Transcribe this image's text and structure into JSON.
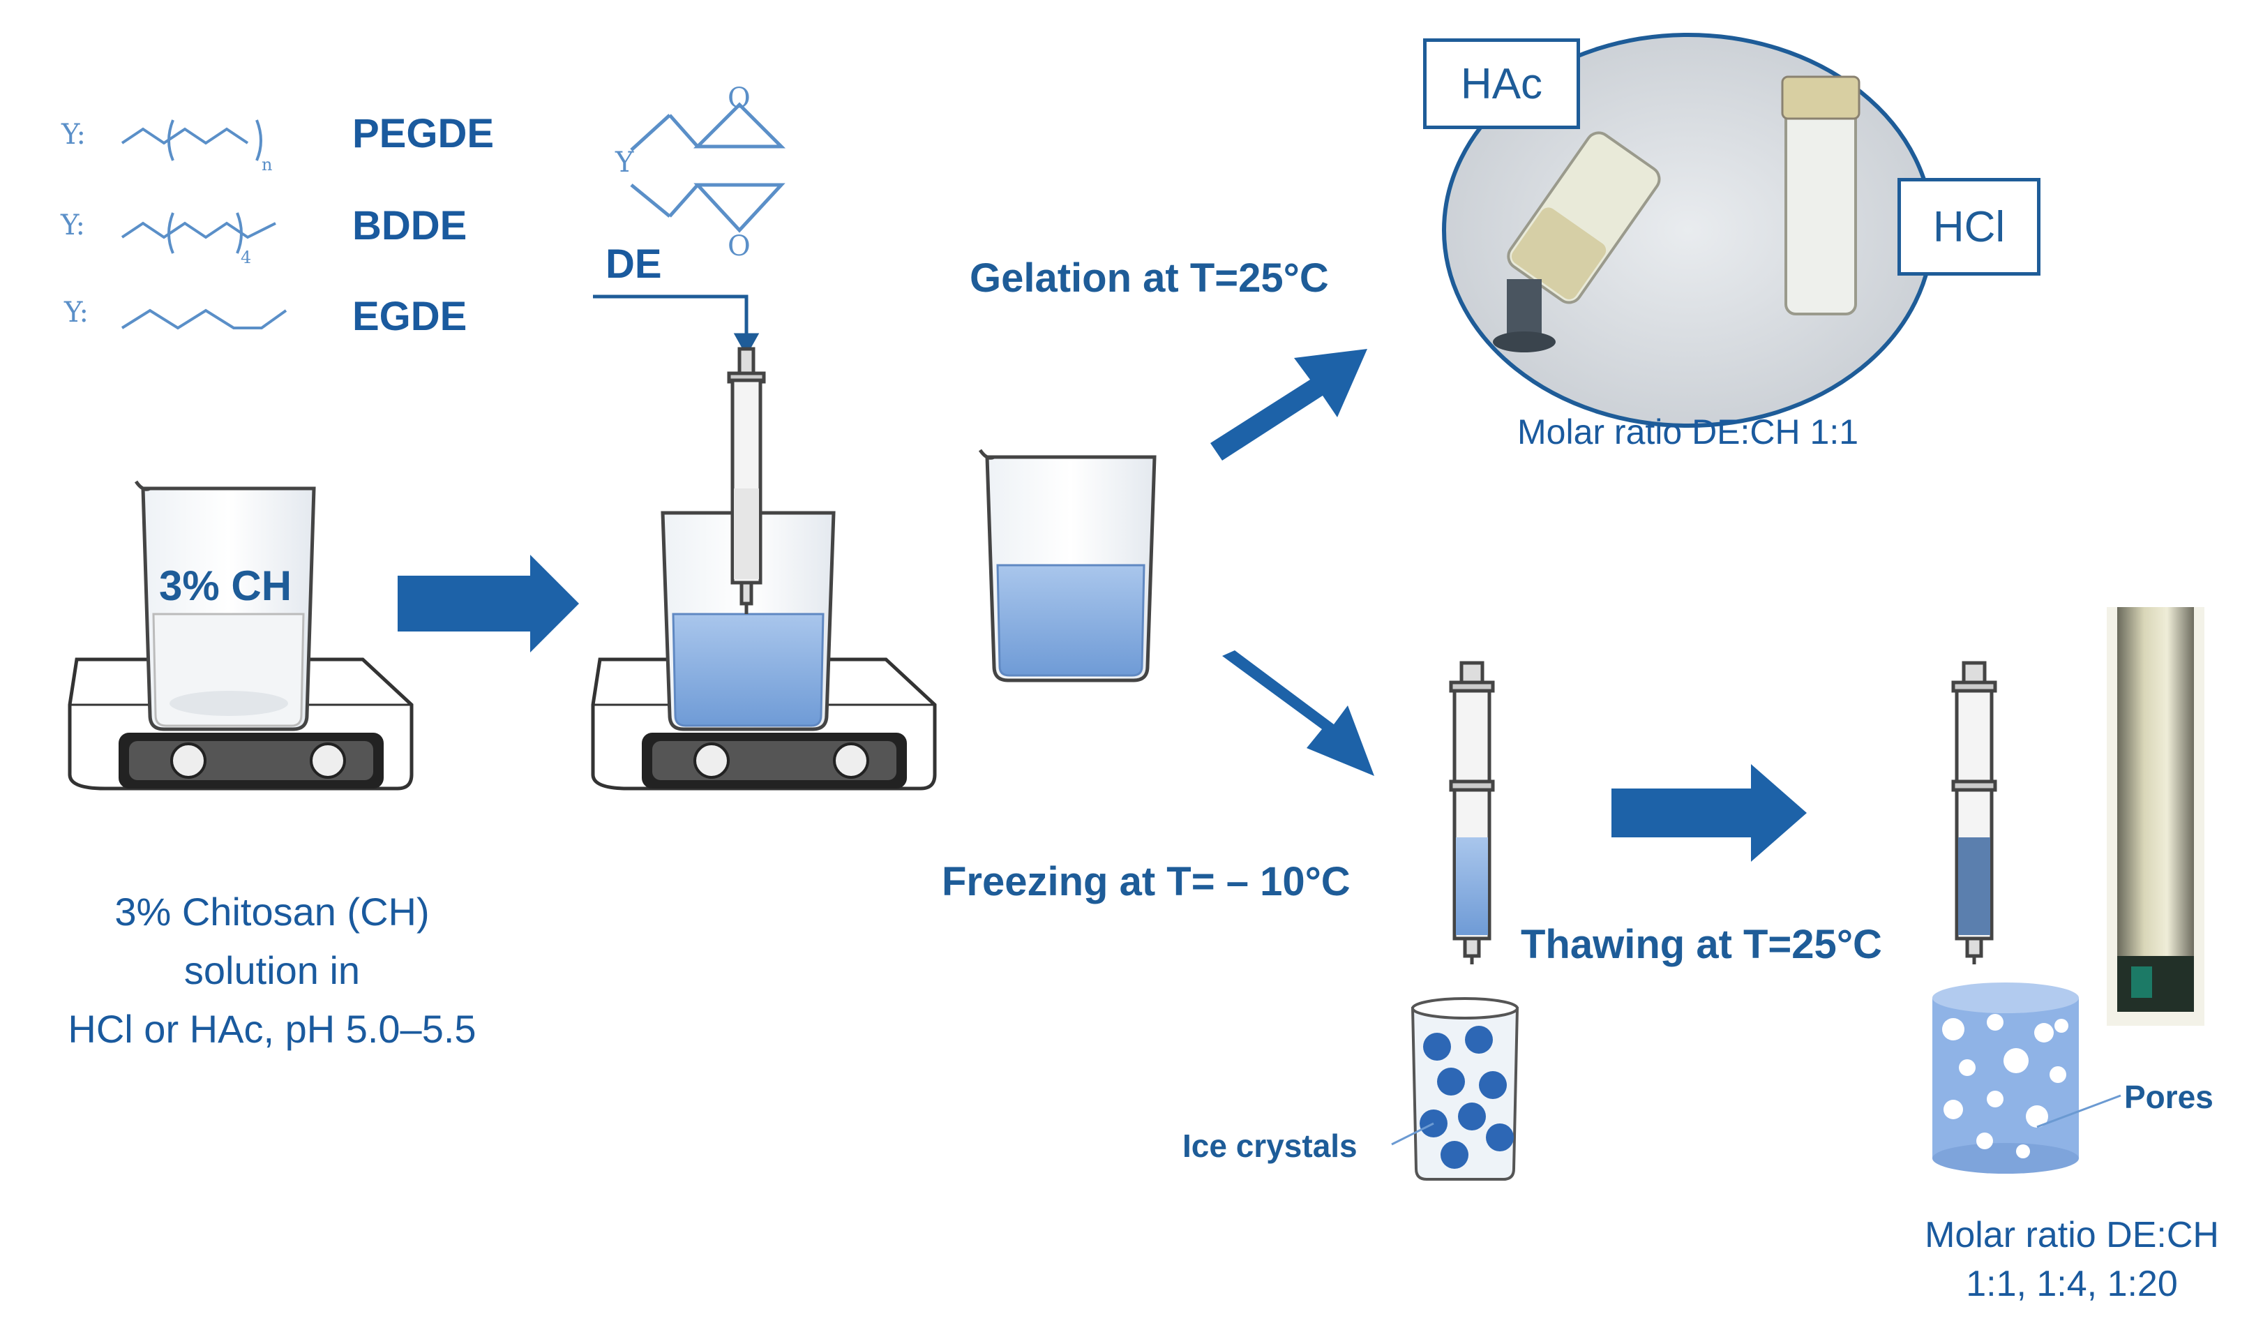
{
  "crosslinkers": {
    "y_prefix": "Y:",
    "pegde": {
      "subscript": "n",
      "label": "PEGDE"
    },
    "bdde": {
      "subscript": "4",
      "label": "BDDE"
    },
    "egde": {
      "label": "EGDE"
    },
    "de_formula_y": "Y",
    "de_formula_o": "O",
    "de_label": "DE"
  },
  "step1": {
    "beaker_label": "3% CH",
    "caption_line1": "3% Chitosan (CH)",
    "caption_line2": "solution in",
    "caption_line3": "HCl or HAc, pH 5.0–5.5"
  },
  "gelation": {
    "label": "Gelation at T=25°C",
    "photo_tag_hac": "HAc",
    "photo_tag_hcl": "HCl",
    "caption": "Molar ratio DE:CH 1:1"
  },
  "cryo": {
    "freezing_label": "Freezing at T= – 10°C",
    "thawing_label": "Thawing at T=25°C",
    "ice_label": "Ice crystals",
    "pores_label": "Pores",
    "caption_line1": "Molar ratio DE:CH",
    "caption_line2": "1:1, 1:4, 1:20"
  },
  "colors": {
    "accent_blue": "#1e5c98",
    "arrow_blue": "#1d62a8",
    "liquid_blue": "#8fb3e0",
    "text_blue": "#1a5a9e"
  }
}
